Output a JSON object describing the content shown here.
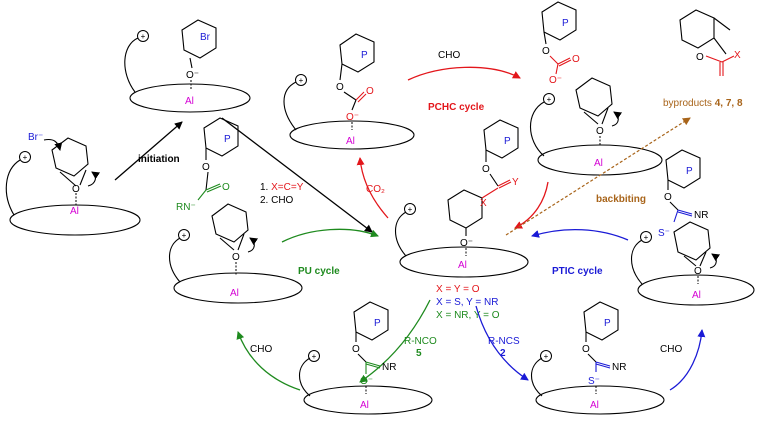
{
  "colors": {
    "black": "#000000",
    "magenta": "#d400d4",
    "blue": "#1a1ad6",
    "red": "#e3161b",
    "green": "#1e8a1e",
    "brown": "#a8641a"
  },
  "atoms": {
    "al": "Al",
    "o": "O",
    "o_minus": "O⁻",
    "p": "P",
    "br": "Br",
    "br_minus": "Br⁻",
    "plus": "+",
    "x": "X",
    "y": "Y",
    "nr": "NR",
    "rn_minus": "RN⁻",
    "s_minus": "S⁻"
  },
  "labels": {
    "initiation": "initiation",
    "step1": "1. X=C=Y",
    "step2": "2. CHO",
    "cho": "CHO",
    "co2": "CO₂",
    "pchc_cycle": "PCHC cycle",
    "pu_cycle": "PU cycle",
    "ptic_cycle": "PTIC cycle",
    "backbiting": "backbiting",
    "byproducts_text": "byproducts ",
    "byproducts_nums": "4, 7, 8",
    "r_nco": "R-NCO",
    "r_nco_num": "5",
    "r_ncs": "R-NCS",
    "r_ncs_num": "2",
    "cond1": "X = Y = O",
    "cond2": "X = S, Y = NR",
    "cond3": "X = NR, Y = O"
  }
}
